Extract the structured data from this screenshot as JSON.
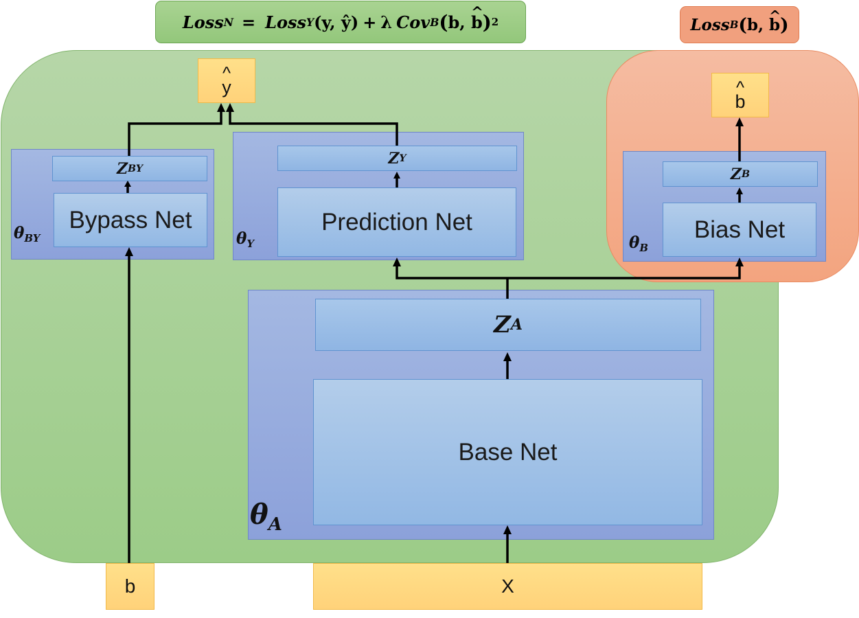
{
  "loss_main": {
    "lhs_name": "Loss",
    "lhs_sub": "N",
    "equals": "=",
    "term1_name": "Loss",
    "term1_sub": "Y",
    "term1_args": "(y, ŷ)",
    "plus": "+",
    "lambda": "λ",
    "term2_name": "Cov",
    "term2_sub": "B",
    "term2_arg1": "b",
    "term2_arg2": "b",
    "term2_exp": "2"
  },
  "loss_bias": {
    "name": "Loss",
    "sub": "B",
    "arg1": "b",
    "arg2": "b"
  },
  "outputs": {
    "y_hat": {
      "caret": "^",
      "letter": "y"
    },
    "b_hat": {
      "caret": "^",
      "letter": "b"
    }
  },
  "inputs": {
    "b": "b",
    "x": "X"
  },
  "nets": {
    "bypass": {
      "label": "Bypass Net",
      "z_name": "Z",
      "z_sub": "BY",
      "theta": "θ",
      "theta_sub": "BY"
    },
    "prediction": {
      "label": "Prediction Net",
      "z_name": "Z",
      "z_sub": "Y",
      "theta": "θ",
      "theta_sub": "Y"
    },
    "bias": {
      "label": "Bias Net",
      "z_name": "Z",
      "z_sub": "B",
      "theta": "θ",
      "theta_sub": "B"
    },
    "base": {
      "label": "Base Net",
      "z_name": "Z",
      "z_sub": "A",
      "theta": "θ",
      "theta_sub": "A"
    }
  },
  "colors": {
    "green_region": "#a8d294",
    "orange_region": "#f4ad8c",
    "net_outer": "#97aadd",
    "net_inner": "#a3c3e8",
    "io_box": "#ffd98a",
    "arrow": "#000000"
  }
}
